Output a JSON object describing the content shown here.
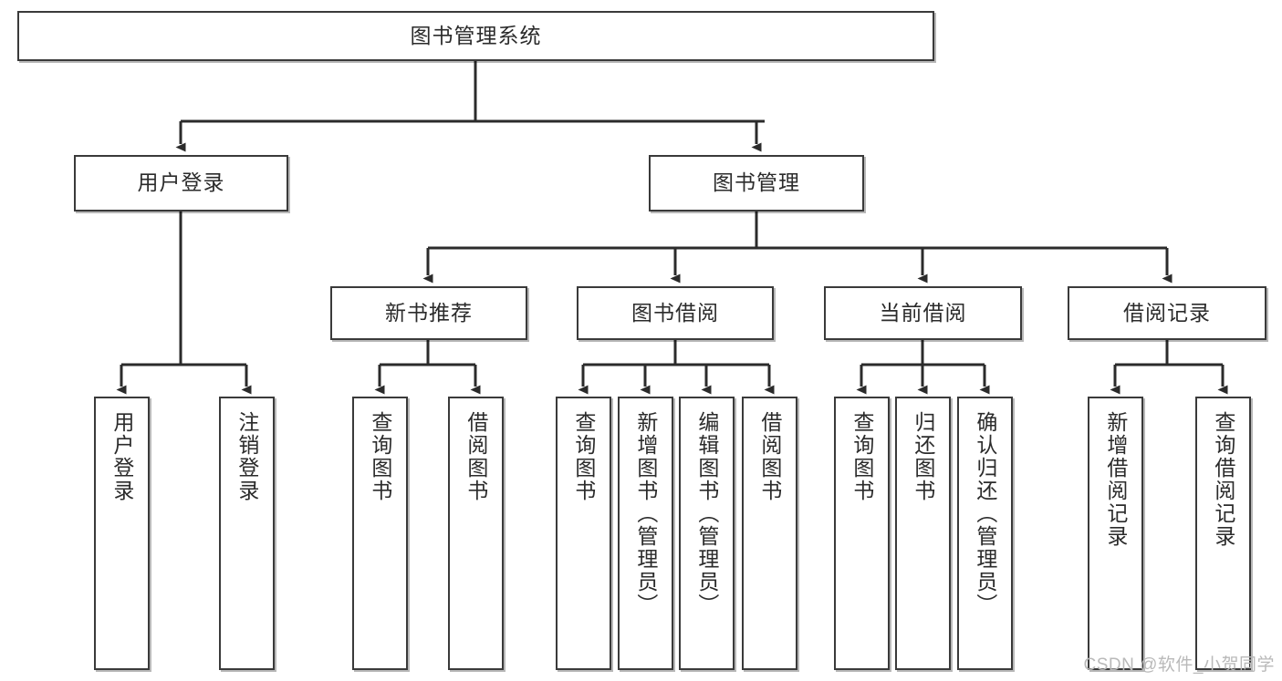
{
  "diagram": {
    "title": "图书管理系统",
    "type": "tree-hierarchy-diagram",
    "root": {
      "id": "root",
      "label": "图书管理系统"
    },
    "level2": [
      {
        "id": "user-login",
        "label": "用户登录"
      },
      {
        "id": "book-manage",
        "label": "图书管理"
      }
    ],
    "level3": [
      {
        "id": "new-book-recommend",
        "label": "新书推荐"
      },
      {
        "id": "book-borrow",
        "label": "图书借阅"
      },
      {
        "id": "current-borrow",
        "label": "当前借阅"
      },
      {
        "id": "borrow-record",
        "label": "借阅记录"
      }
    ],
    "leaves": {
      "user_login": [
        {
          "id": "leaf-user-login",
          "label": "用户登录"
        },
        {
          "id": "leaf-logout-login",
          "label": "注销登录"
        }
      ],
      "new_book_recommend": [
        {
          "id": "leaf-query-book-1",
          "label": "查询图书"
        },
        {
          "id": "leaf-borrow-book-1",
          "label": "借阅图书"
        }
      ],
      "book_borrow": [
        {
          "id": "leaf-query-book-2",
          "label": "查询图书"
        },
        {
          "id": "leaf-add-book",
          "label": "新增图书（管理员）"
        },
        {
          "id": "leaf-edit-book",
          "label": "编辑图书（管理员）"
        },
        {
          "id": "leaf-borrow-book-2",
          "label": "借阅图书"
        }
      ],
      "current_borrow": [
        {
          "id": "leaf-query-book-3",
          "label": "查询图书"
        },
        {
          "id": "leaf-return-book",
          "label": "归还图书"
        },
        {
          "id": "leaf-confirm-return",
          "label": "确认归还（管理员）"
        }
      ],
      "borrow_record": [
        {
          "id": "leaf-add-borrow-record",
          "label": "新增借阅记录"
        },
        {
          "id": "leaf-query-borrow-record",
          "label": "查询借阅记录"
        }
      ]
    },
    "colors": {
      "border": "#3a3a3a",
      "text": "#2b2b2b",
      "background": "#ffffff",
      "edge": "#2b2b2b",
      "watermark": "#b9b9b9"
    }
  },
  "watermark": {
    "text": "CSDN @软件_小贺同学"
  }
}
